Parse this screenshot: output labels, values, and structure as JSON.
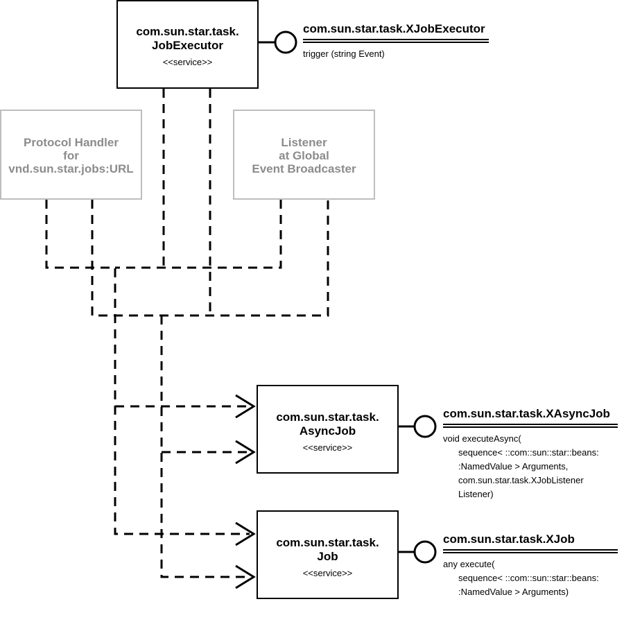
{
  "services": {
    "job_executor": {
      "title_line1": "com.sun.star.task.",
      "title_line2": "JobExecutor",
      "stereotype": "<<service>>"
    },
    "async_job": {
      "title_line1": "com.sun.star.task.",
      "title_line2": "AsyncJob",
      "stereotype": "<<service>>"
    },
    "job": {
      "title_line1": "com.sun.star.task.",
      "title_line2": "Job",
      "stereotype": "<<service>>"
    }
  },
  "callers": {
    "protocol_handler": {
      "line1": "Protocol Handler",
      "line2": "for",
      "line3": "vnd.sun.star.jobs:URL"
    },
    "listener": {
      "line1": "Listener",
      "line2": "at Global",
      "line3": "Event Broadcaster"
    }
  },
  "interfaces": {
    "xjob_executor": {
      "name": "com.sun.star.task.XJobExecutor",
      "lines": [
        "trigger (string Event)"
      ]
    },
    "xasync_job": {
      "name": "com.sun.star.task.XAsyncJob",
      "lines": [
        "void executeAsync(",
        "sequence< ::com::sun::star::beans:",
        ":NamedValue > Arguments,",
        "com.sun.star.task.XJobListener",
        "Listener)"
      ]
    },
    "xjob": {
      "name": "com.sun.star.task.XJob",
      "lines": [
        "any execute(",
        "sequence< ::com::sun::star::beans:",
        ":NamedValue > Arguments)"
      ]
    }
  }
}
